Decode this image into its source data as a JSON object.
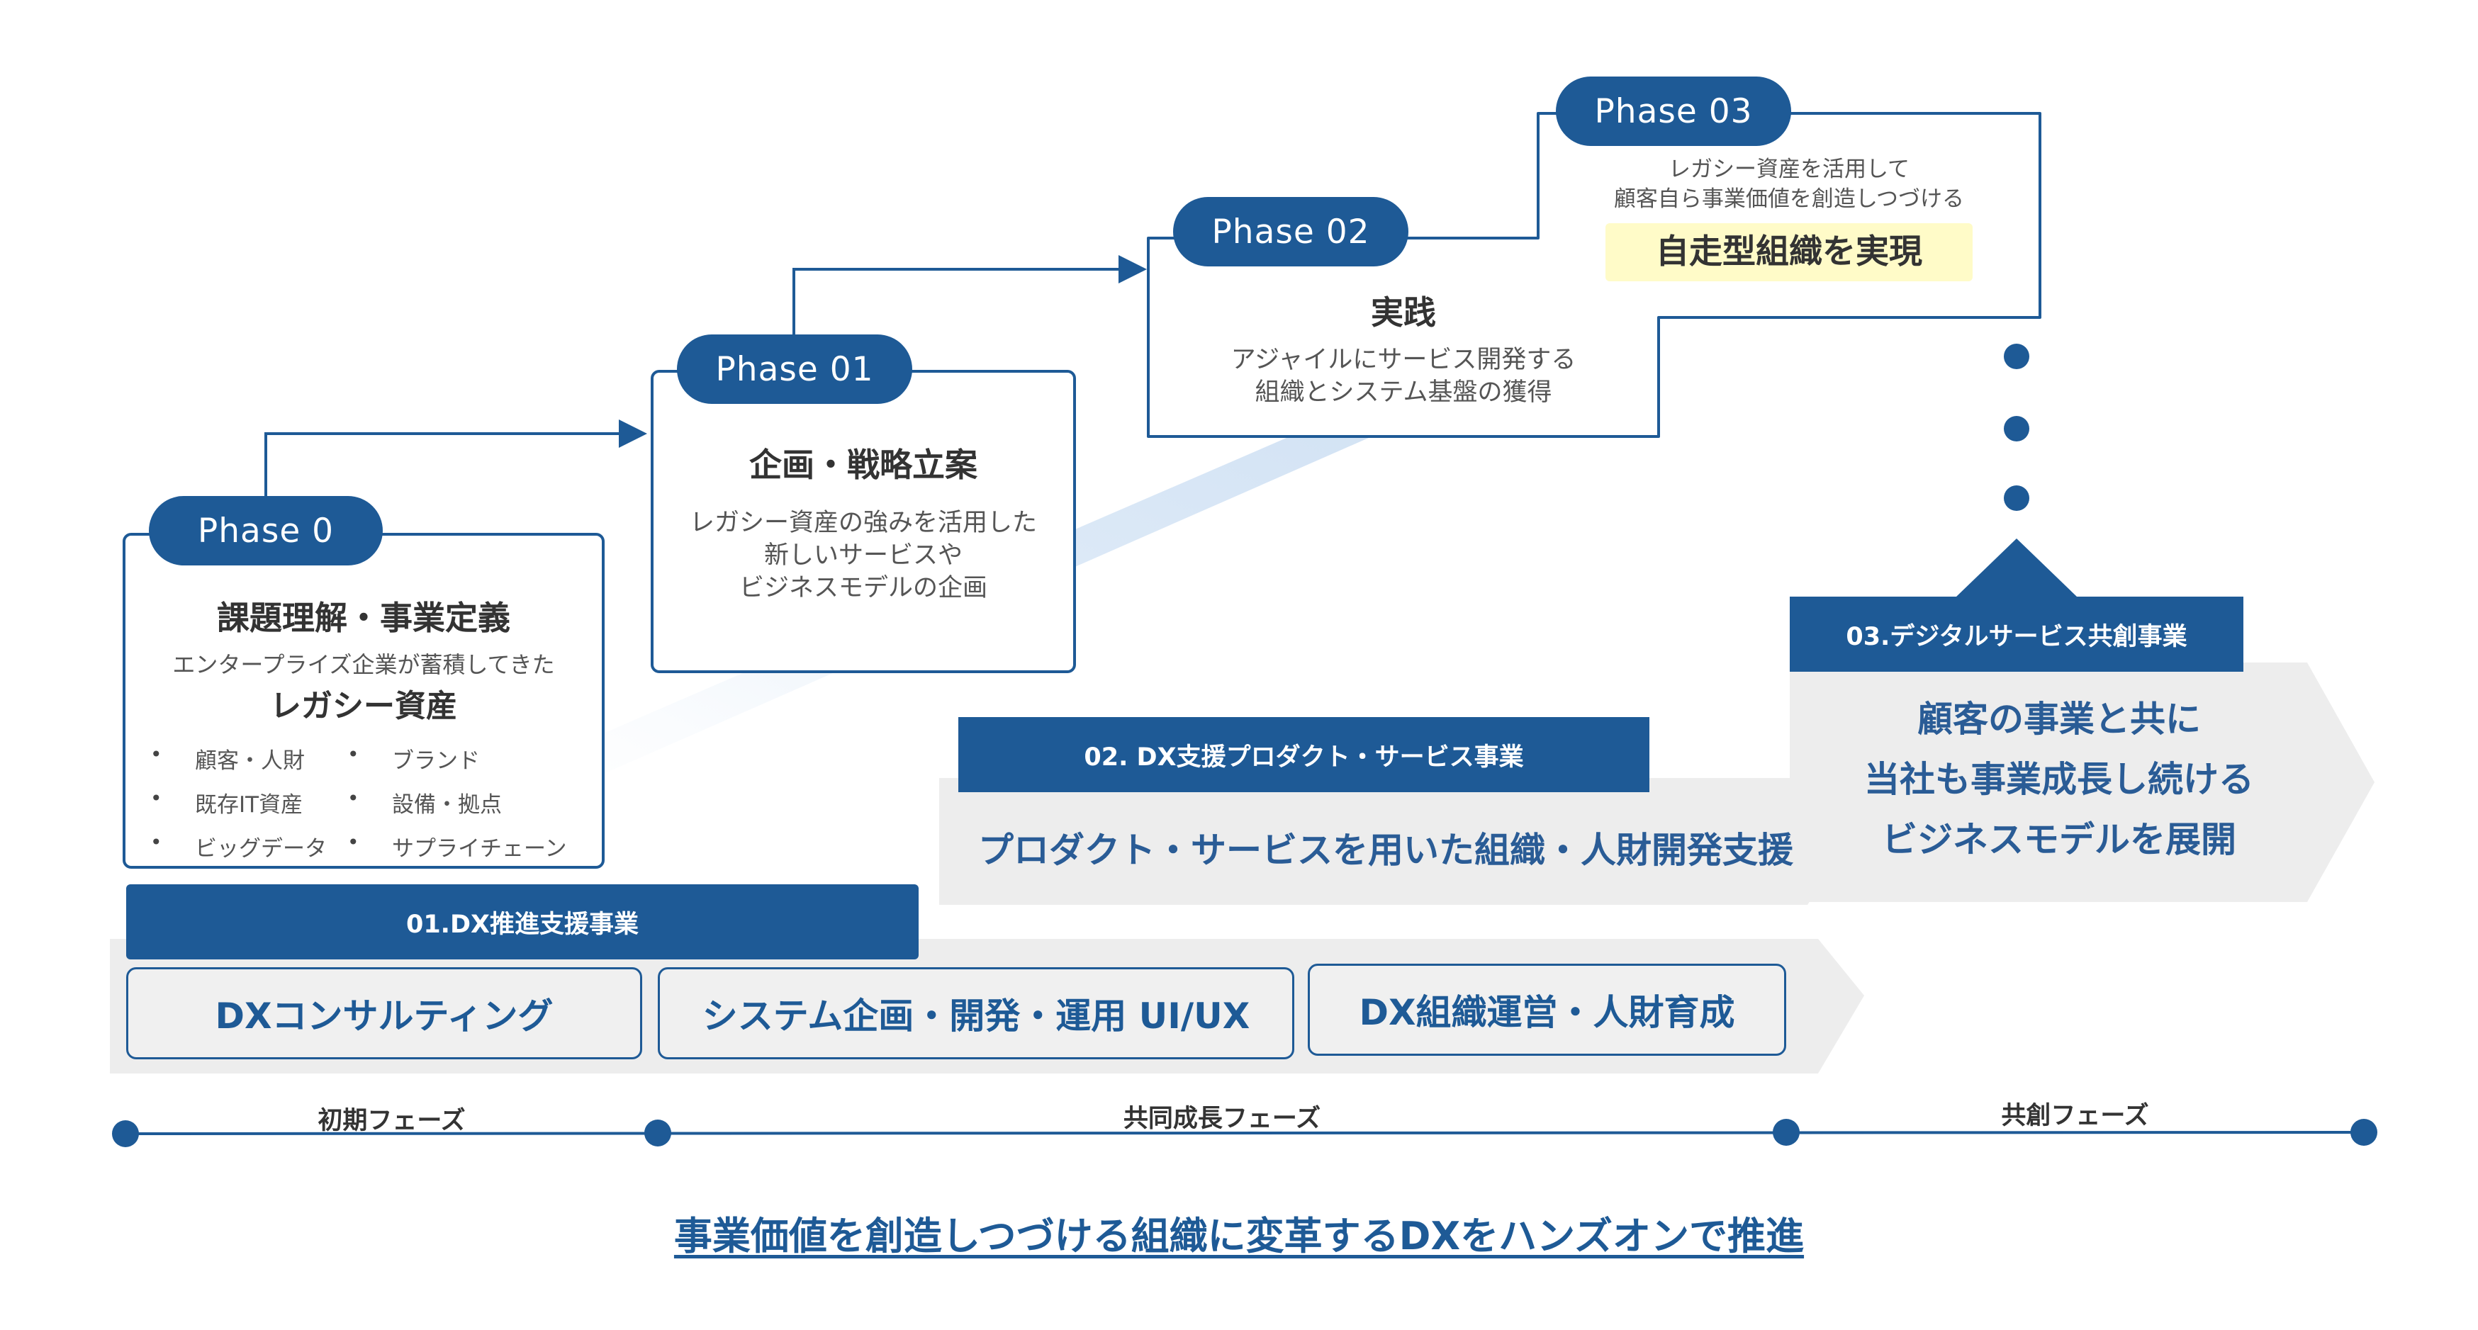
{
  "colors": {
    "primary": "#1e5a96",
    "gray_band": "#ededed",
    "highlight": "#fffbc8"
  },
  "phases": [
    {
      "pill": "Phase 0",
      "title": "課題理解・事業定義",
      "subtitle": "エンタープライズ企業が蓄積してきた",
      "subtitle_bold": "レガシー資産",
      "bullets_left": [
        "顧客・人財",
        "既存IT資産",
        "ビッグデータ"
      ],
      "bullets_right": [
        "ブランド",
        "設備・拠点",
        "サプライチェーン"
      ]
    },
    {
      "pill": "Phase 01",
      "title": "企画・戦略立案",
      "desc": "レガシー資産の強みを活用した\n新しいサービスや\nビジネスモデルの企画"
    },
    {
      "pill": "Phase 02",
      "title": "実践",
      "desc": "アジャイルにサービス開発する\n組織とシステム基盤の獲得"
    },
    {
      "pill": "Phase 03",
      "desc": "レガシー資産を活用して\n顧客自ら事業価値を創造しつづける",
      "highlight": "自走型組織を実現"
    }
  ],
  "businesses": [
    {
      "head": "01.DX推進支援事業",
      "services": [
        "DXコンサルティング",
        "システム企画・開発・運用 UI/UX",
        "DX組織運営・人財育成"
      ]
    },
    {
      "head": "02. DX支援プロダクト・サービス事業",
      "body": "プロダクト・サービスを用いた組織・人財開発支援"
    },
    {
      "head": "03.デジタルサービス共創事業",
      "body": [
        "顧客の事業と共に",
        "当社も事業成長し続ける",
        "ビジネスモデルを展開"
      ]
    }
  ],
  "timeline": [
    "初期フェーズ",
    "共同成長フェーズ",
    "共創フェーズ"
  ],
  "tagline": "事業価値を創造しつづける組織に変革するDXをハンズオンで推進"
}
